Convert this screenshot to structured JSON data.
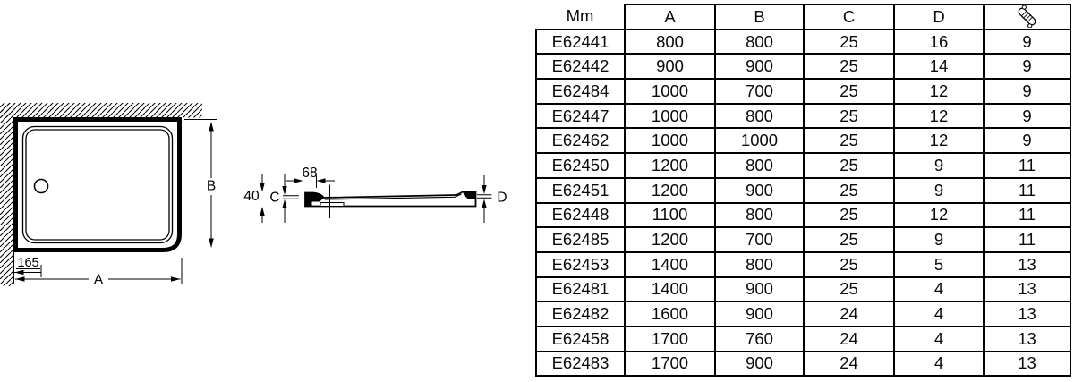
{
  "colors": {
    "line": "#000000",
    "background": "#ffffff"
  },
  "diagram": {
    "plan": {
      "width_label": "A",
      "height_label": "B",
      "drain_offset_label": "165"
    },
    "section": {
      "drain_center_label": "68",
      "total_height_label": "40",
      "base_height_label": "C",
      "rim_height_label": "D"
    }
  },
  "table": {
    "headers": [
      "Mm",
      "A",
      "B",
      "C",
      "D"
    ],
    "icons": {
      "weight_column": "weight-icon"
    },
    "rows": [
      [
        "E62441",
        "800",
        "800",
        "25",
        "16",
        "9"
      ],
      [
        "E62442",
        "900",
        "900",
        "25",
        "14",
        "9"
      ],
      [
        "E62484",
        "1000",
        "700",
        "25",
        "12",
        "9"
      ],
      [
        "E62447",
        "1000",
        "800",
        "25",
        "12",
        "9"
      ],
      [
        "E62462",
        "1000",
        "1000",
        "25",
        "12",
        "9"
      ],
      [
        "E62450",
        "1200",
        "800",
        "25",
        "9",
        "11"
      ],
      [
        "E62451",
        "1200",
        "900",
        "25",
        "9",
        "11"
      ],
      [
        "E62448",
        "1100",
        "800",
        "25",
        "12",
        "11"
      ],
      [
        "E62485",
        "1200",
        "700",
        "25",
        "9",
        "11"
      ],
      [
        "E62453",
        "1400",
        "800",
        "25",
        "5",
        "13"
      ],
      [
        "E62481",
        "1400",
        "900",
        "25",
        "4",
        "13"
      ],
      [
        "E62482",
        "1600",
        "900",
        "24",
        "4",
        "13"
      ],
      [
        "E62458",
        "1700",
        "760",
        "24",
        "4",
        "13"
      ],
      [
        "E62483",
        "1700",
        "900",
        "24",
        "4",
        "13"
      ]
    ]
  }
}
